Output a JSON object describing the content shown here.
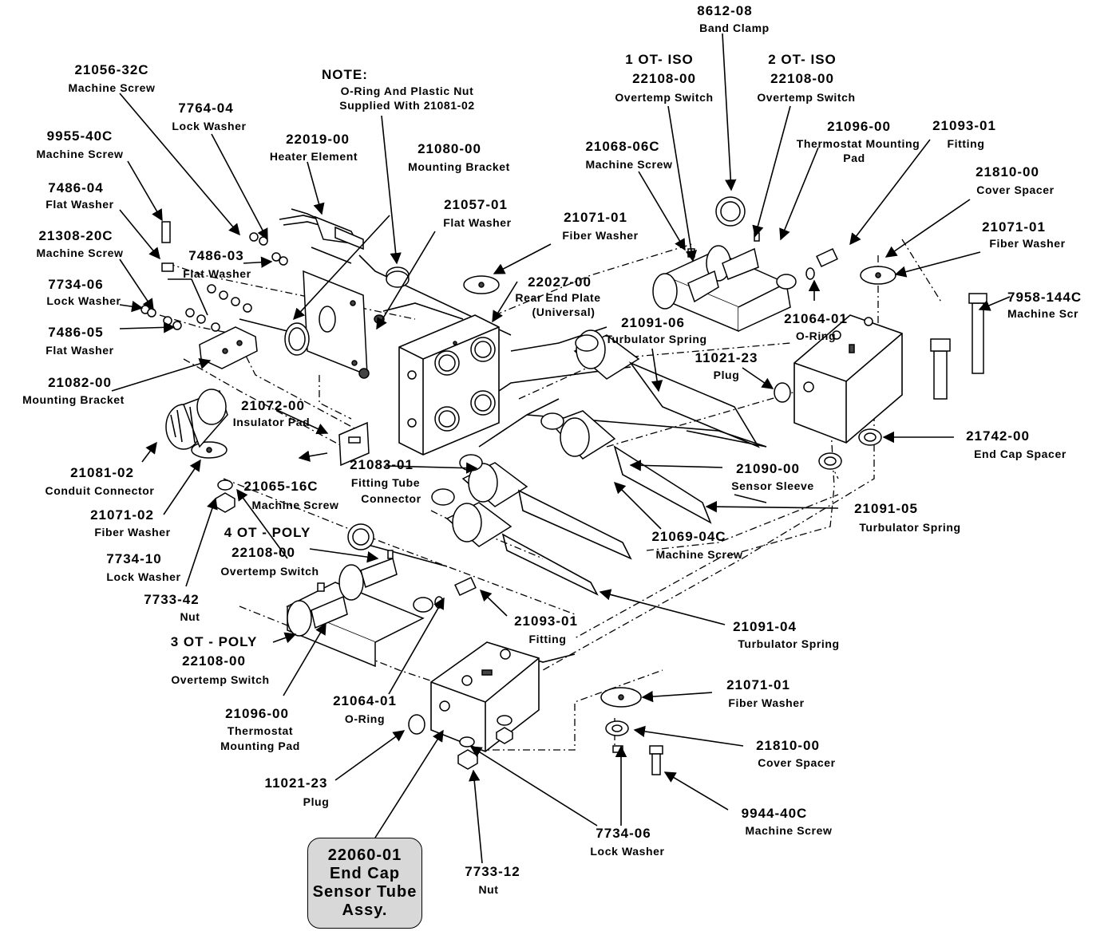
{
  "callouts": [
    {
      "key": "c1",
      "pn": "8612-08",
      "desc": [
        "Band Clamp"
      ]
    },
    {
      "key": "c2",
      "pn": "1 OT- ISO",
      "desc": [
        "22108-00",
        "Overtemp Switch"
      ]
    },
    {
      "key": "c3",
      "pn": "2 OT- ISO",
      "desc": [
        "22108-00",
        "Overtemp Switch"
      ]
    },
    {
      "key": "c4",
      "pn": "21056-32C",
      "desc": [
        "Machine Screw"
      ]
    },
    {
      "key": "c5",
      "pn": "7764-04",
      "desc": [
        "Lock Washer"
      ]
    },
    {
      "key": "c6",
      "pn": "NOTE:",
      "desc": [
        "O-Ring And Plastic Nut",
        "Supplied With 21081-02"
      ]
    },
    {
      "key": "c7",
      "pn": "22019-00",
      "desc": [
        "Heater Element"
      ]
    },
    {
      "key": "c8",
      "pn": "9955-40C",
      "desc": [
        "Machine Screw"
      ]
    },
    {
      "key": "c9",
      "pn": "21080-00",
      "desc": [
        "Mounting Bracket"
      ]
    },
    {
      "key": "c10",
      "pn": "21096-00",
      "desc": [
        "Thermostat Mounting",
        "Pad"
      ]
    },
    {
      "key": "c11",
      "pn": "21093-01",
      "desc": [
        "Fitting"
      ]
    },
    {
      "key": "c12",
      "pn": "21068-06C",
      "desc": [
        "Machine Screw"
      ]
    },
    {
      "key": "c13",
      "pn": "21810-00",
      "desc": [
        "Cover Spacer"
      ]
    },
    {
      "key": "c14",
      "pn": "7486-04",
      "desc": [
        "Flat Washer"
      ]
    },
    {
      "key": "c15",
      "pn": "21057-01",
      "desc": [
        "Flat Washer"
      ]
    },
    {
      "key": "c16",
      "pn": "21071-01",
      "desc": [
        "Fiber Washer"
      ]
    },
    {
      "key": "c17",
      "pn": "21071-01",
      "desc": [
        "Fiber Washer"
      ]
    },
    {
      "key": "c18",
      "pn": "21308-20C",
      "desc": [
        "Machine Screw"
      ]
    },
    {
      "key": "c19",
      "pn": "7486-03",
      "desc": [
        "Flat Washer"
      ]
    },
    {
      "key": "c20",
      "pn": "22027-00",
      "desc": [
        "Rear End Plate",
        "(Universal)"
      ]
    },
    {
      "key": "c21",
      "pn": "7958-144C",
      "desc": [
        "Machine Scr"
      ]
    },
    {
      "key": "c22",
      "pn": "7734-06",
      "desc": [
        "Lock Washer"
      ]
    },
    {
      "key": "c23",
      "pn": "21091-06",
      "desc": [
        "Turbulator Spring"
      ]
    },
    {
      "key": "c24",
      "pn": "21064-01",
      "desc": [
        "O-Ring"
      ]
    },
    {
      "key": "c25",
      "pn": "7486-05",
      "desc": [
        "Flat Washer"
      ]
    },
    {
      "key": "c26",
      "pn": "11021-23",
      "desc": [
        "Plug"
      ]
    },
    {
      "key": "c27",
      "pn": "21082-00",
      "desc": [
        "Mounting Bracket"
      ]
    },
    {
      "key": "c28",
      "pn": "21072-00",
      "desc": [
        "Insulator Pad"
      ]
    },
    {
      "key": "c29",
      "pn": "21742-00",
      "desc": [
        "End Cap Spacer"
      ]
    },
    {
      "key": "c30",
      "pn": "21081-02",
      "desc": [
        "Conduit Connector"
      ]
    },
    {
      "key": "c31",
      "pn": "21083-01",
      "desc": [
        "Fitting Tube",
        "Connector"
      ]
    },
    {
      "key": "c32",
      "pn": "21090-00",
      "desc": [
        "Sensor Sleeve"
      ]
    },
    {
      "key": "c33",
      "pn": "21065-16C",
      "desc": [
        "Machine Screw"
      ]
    },
    {
      "key": "c34",
      "pn": "21071-02",
      "desc": [
        "Fiber Washer"
      ]
    },
    {
      "key": "c35",
      "pn": "21091-05",
      "desc": [
        "Turbulator Spring"
      ]
    },
    {
      "key": "c36",
      "pn": "4 OT - POLY",
      "desc": [
        "22108-00",
        "Overtemp Switch"
      ]
    },
    {
      "key": "c37",
      "pn": "7734-10",
      "desc": [
        "Lock Washer"
      ]
    },
    {
      "key": "c38",
      "pn": "21069-04C",
      "desc": [
        "Machine Screw"
      ]
    },
    {
      "key": "c39",
      "pn": "7733-42",
      "desc": [
        "Nut"
      ]
    },
    {
      "key": "c40",
      "pn": "21093-01",
      "desc": [
        "Fitting"
      ]
    },
    {
      "key": "c41",
      "pn": "21091-04",
      "desc": [
        "Turbulator Spring"
      ]
    },
    {
      "key": "c42",
      "pn": "3 OT - POLY",
      "desc": [
        "22108-00",
        "Overtemp Switch"
      ]
    },
    {
      "key": "c43",
      "pn": "21071-01",
      "desc": [
        "Fiber Washer"
      ]
    },
    {
      "key": "c44",
      "pn": "21096-00",
      "desc": [
        "Thermostat",
        "Mounting Pad"
      ]
    },
    {
      "key": "c45",
      "pn": "21064-01",
      "desc": [
        "O-Ring"
      ]
    },
    {
      "key": "c46",
      "pn": "21810-00",
      "desc": [
        "Cover Spacer"
      ]
    },
    {
      "key": "c47",
      "pn": "11021-23",
      "desc": [
        "Plug"
      ]
    },
    {
      "key": "c48",
      "pn": "9944-40C",
      "desc": [
        "Machine Screw"
      ]
    },
    {
      "key": "c49",
      "pn": "7734-06",
      "desc": [
        "Lock Washer"
      ]
    },
    {
      "key": "c50",
      "pn": "7733-12",
      "desc": [
        "Nut"
      ]
    }
  ],
  "assembly_box": {
    "lines": [
      "22060-01",
      "End Cap",
      "Sensor Tube",
      "Assy."
    ]
  }
}
